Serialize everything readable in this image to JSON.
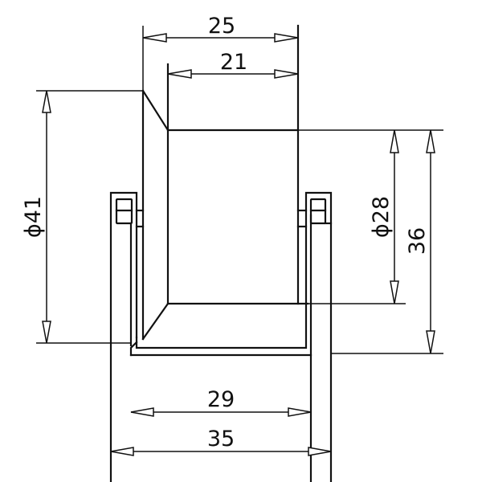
{
  "drawing": {
    "title": "Roller with U-bracket — dimensioned section",
    "background": "#ffffff",
    "line_color": "#111111"
  },
  "dimensions": {
    "overall_width": {
      "label": "25",
      "value": 25,
      "orientation": "horizontal"
    },
    "inner_width": {
      "label": "21",
      "value": 21,
      "orientation": "horizontal"
    },
    "outer_diameter": {
      "label": "ϕ41",
      "value": 41,
      "prefix": "diameter",
      "orientation": "vertical"
    },
    "inner_diameter": {
      "label": "ϕ28",
      "value": 28,
      "prefix": "diameter",
      "orientation": "vertical"
    },
    "height": {
      "label": "36",
      "value": 36,
      "orientation": "vertical"
    },
    "bracket_inner_width": {
      "label": "29",
      "value": 29,
      "orientation": "horizontal"
    },
    "bracket_outer_width": {
      "label": "35",
      "value": 35,
      "orientation": "horizontal"
    }
  }
}
